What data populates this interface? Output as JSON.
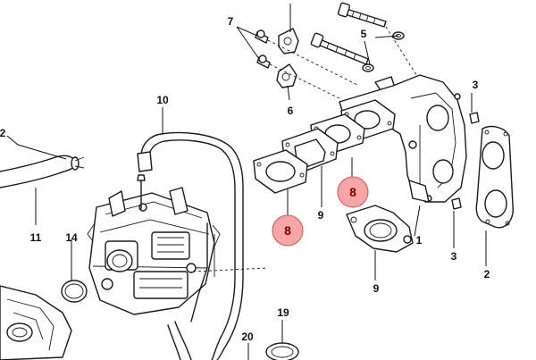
{
  "diagram": {
    "callout_fill": "#f7a6a8",
    "callout_stroke": "#e0505a",
    "line_color": "#1a1a1a",
    "labels": {
      "l1": "1",
      "l2a": "2",
      "l2b": "2",
      "l3a": "3",
      "l3b": "3",
      "l5": "5",
      "l6": "6",
      "l7": "7",
      "l9a": "9",
      "l9b": "9",
      "l10": "10",
      "l11": "11",
      "l14": "14",
      "l19": "19",
      "l20": "20"
    },
    "callouts": {
      "c1": "8",
      "c2": "8"
    }
  }
}
